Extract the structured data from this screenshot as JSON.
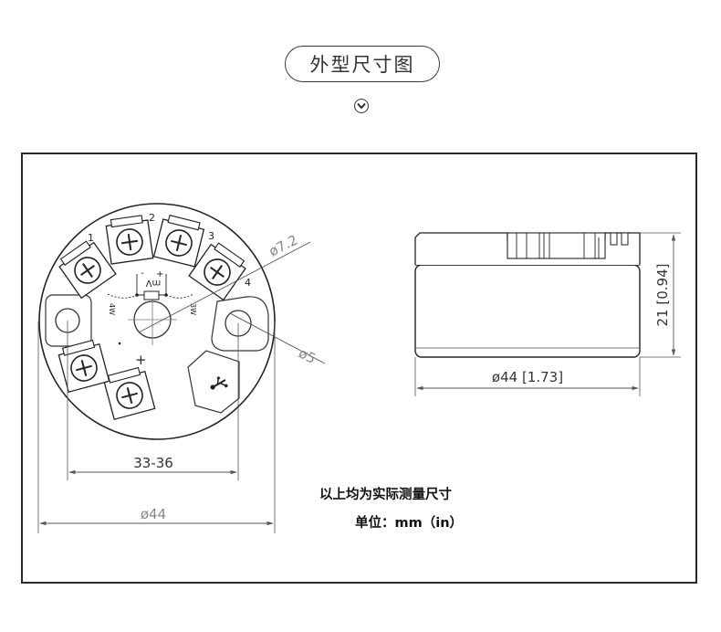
{
  "header": {
    "title": "外型尺寸图"
  },
  "front_view": {
    "terminals": [
      "1",
      "2",
      "3",
      "4"
    ],
    "dim_hole_dia": "ø7.2",
    "dim_mount_hole": "ø5",
    "dim_hole_spacing": "33-36",
    "dim_outer_dia": "ø44",
    "mv_label": "mV",
    "minus_sign": "-",
    "plus_sign": "+",
    "rtd_left": "4W",
    "rtd_right": "3W",
    "cross_plus": "+"
  },
  "side_view": {
    "dim_width": "ø44 [1.73]",
    "dim_height": "21 [0.94]"
  },
  "notes": {
    "line1": "以上均为实际测量尺寸",
    "line2": "单位：mm（in）"
  }
}
